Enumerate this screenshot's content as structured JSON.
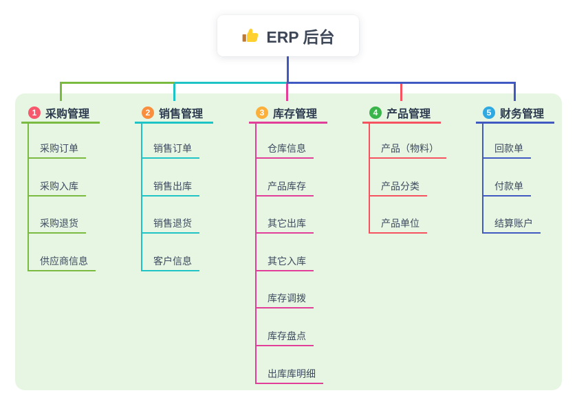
{
  "root": {
    "title": "ERP 后台",
    "icon": "thumbs-up-icon"
  },
  "branches": [
    {
      "badge": "1",
      "label": "采购管理",
      "badge_color": "#F5596B",
      "line_color": "#7BBA40",
      "children": [
        "采购订单",
        "采购入库",
        "采购退货",
        "供应商信息"
      ]
    },
    {
      "badge": "2",
      "label": "销售管理",
      "badge_color": "#F98E3E",
      "line_color": "#1EC3C6",
      "children": [
        "销售订单",
        "销售出库",
        "销售退货",
        "客户信息"
      ]
    },
    {
      "badge": "3",
      "label": "库存管理",
      "badge_color": "#FBB03B",
      "line_color": "#E23E99",
      "children": [
        "仓库信息",
        "产品库存",
        "其它出库",
        "其它入库",
        "库存调拨",
        "库存盘点",
        "出库库明细"
      ]
    },
    {
      "badge": "4",
      "label": "产品管理",
      "badge_color": "#3AB54A",
      "line_color": "#F5515F",
      "children": [
        "产品（物料）",
        "产品分类",
        "产品单位"
      ]
    },
    {
      "badge": "5",
      "label": "财务管理",
      "badge_color": "#2FA9E1",
      "line_color": "#4058C2",
      "children": [
        "回款单",
        "付款单",
        "结算账户"
      ]
    }
  ],
  "colors": {
    "panel_bg": "#E7F6E3",
    "root_line": "#4058C2",
    "topic_text": "#2C3A4F",
    "child_text": "#3D4A5F",
    "root_text": "#3C4657",
    "thumb_yellow": "#FFD02E",
    "thumb_cuff": "#C07A2F"
  }
}
